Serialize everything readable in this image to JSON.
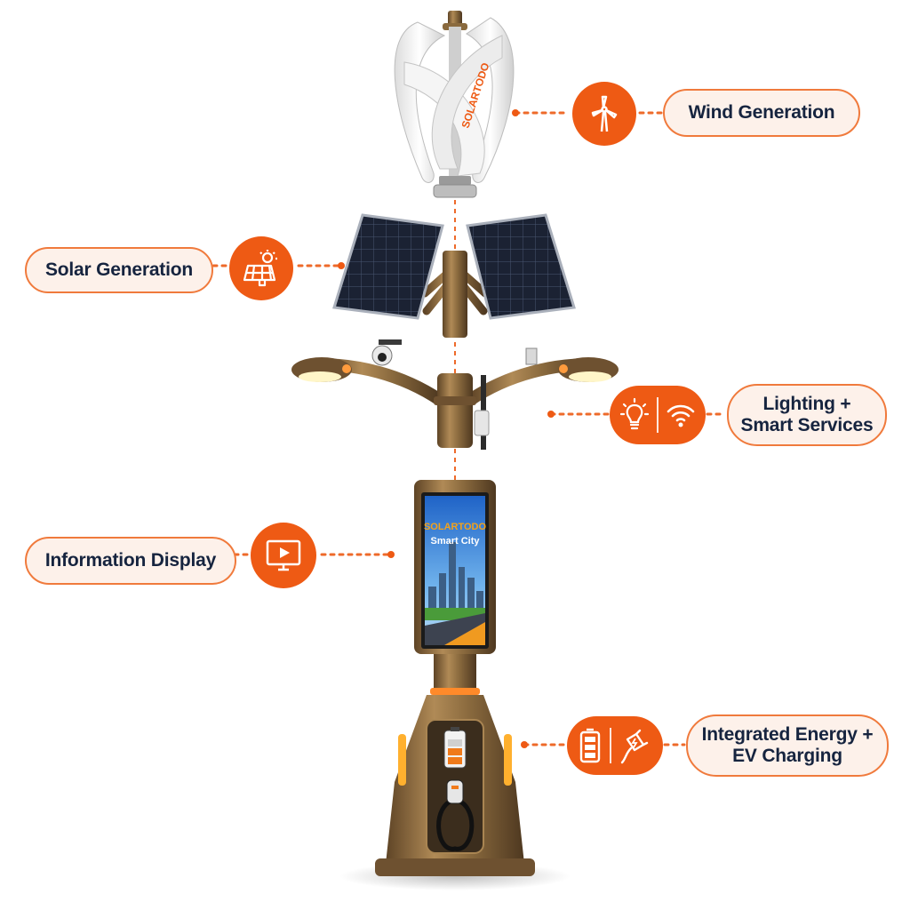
{
  "brand": {
    "name": "SOLARTODO",
    "accent_color": "#ee5a14",
    "pill_fill": "#fdf1ea",
    "pill_border": "#f07a3c",
    "label_text_color": "#16243f",
    "pole_color": "#8a6a3e"
  },
  "display_screen": {
    "brand": "SOLARTODO",
    "subtitle": "Smart City"
  },
  "turbine": {
    "logo": "SOLARTODO"
  },
  "components": [
    {
      "id": "wind",
      "label": "Wind Generation",
      "icons": [
        "wind-turbine-icon"
      ]
    },
    {
      "id": "solar",
      "label": "Solar Generation",
      "icons": [
        "solar-panel-icon"
      ]
    },
    {
      "id": "lighting",
      "label": "Lighting +\nSmart Services",
      "icons": [
        "light-bulb-icon",
        "wifi-icon"
      ]
    },
    {
      "id": "display",
      "label": "Information Display",
      "icons": [
        "monitor-play-icon"
      ]
    },
    {
      "id": "energy",
      "label": "Integrated Energy +\nEV Charging",
      "icons": [
        "battery-icon",
        "ev-charger-icon"
      ]
    }
  ]
}
